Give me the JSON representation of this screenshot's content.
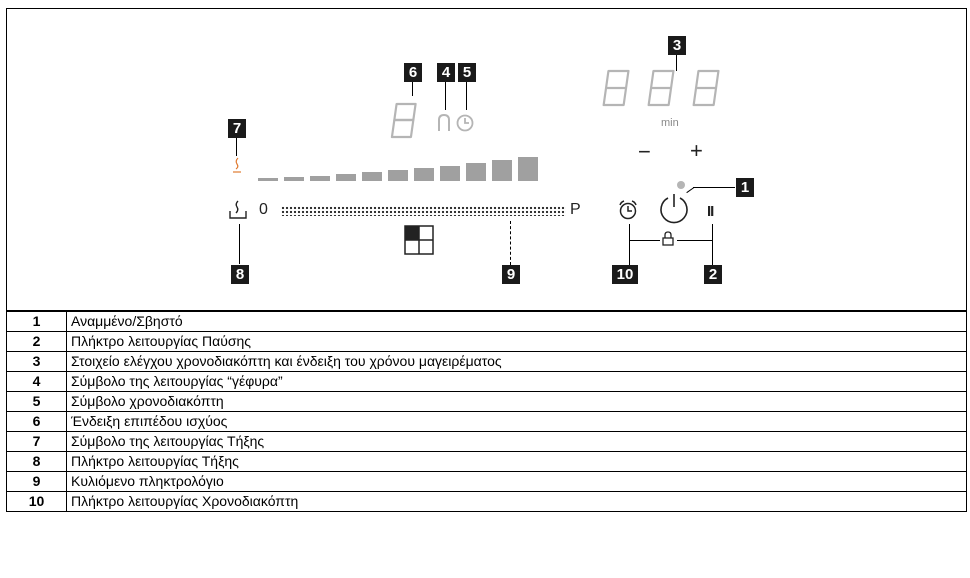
{
  "callouts": {
    "c1": "1",
    "c2": "2",
    "c3": "3",
    "c4": "4",
    "c5": "5",
    "c6": "6",
    "c7": "7",
    "c8": "8",
    "c9": "9",
    "c10": "10"
  },
  "panel": {
    "timer_display": "888",
    "power_display": "8",
    "min_label": "min",
    "minus_label": "−",
    "plus_label": "+",
    "slider_start": "0",
    "slider_end": "P",
    "pause_symbol": "II"
  },
  "icons": {
    "bridge": "bridge-function-icon",
    "clock": "timer-symbol-icon",
    "melt_symbol": "melt-symbol-icon",
    "melt_key": "melt-key-icon",
    "zone_selector": "cooking-zone-selector-icon",
    "alarm": "alarm-clock-icon",
    "power": "power-icon",
    "lock": "lock-icon",
    "indicator": "power-indicator-dot"
  },
  "colors": {
    "display_segments": "#b5b5b5",
    "power_bars": "#a0a0a0",
    "callout_bg": "#1a1a1a"
  },
  "legend": [
    {
      "num": "1",
      "text": "Αναμμένο/Σβηστό"
    },
    {
      "num": "2",
      "text": "Πλήκτρο λειτουργίας Παύσης"
    },
    {
      "num": "3",
      "text": "Στοιχείο ελέγχου χρονοδιακόπτη και ένδειξη του χρόνου μαγειρέματος"
    },
    {
      "num": "4",
      "text": "Σύμβολο της λειτουργίας “γέφυρα”"
    },
    {
      "num": "5",
      "text": "Σύμβολο χρονοδιακόπτη"
    },
    {
      "num": "6",
      "text": "Ένδειξη επιπέδου ισχύος"
    },
    {
      "num": "7",
      "text": "Σύμβολο της λειτουργίας Τήξης"
    },
    {
      "num": "8",
      "text": "Πλήκτρο λειτουργίας Τήξης"
    },
    {
      "num": "9",
      "text": "Κυλιόμενο πληκτρολόγιο"
    },
    {
      "num": "10",
      "text": "Πλήκτρο λειτουργίας Χρονοδιακόπτη"
    }
  ]
}
